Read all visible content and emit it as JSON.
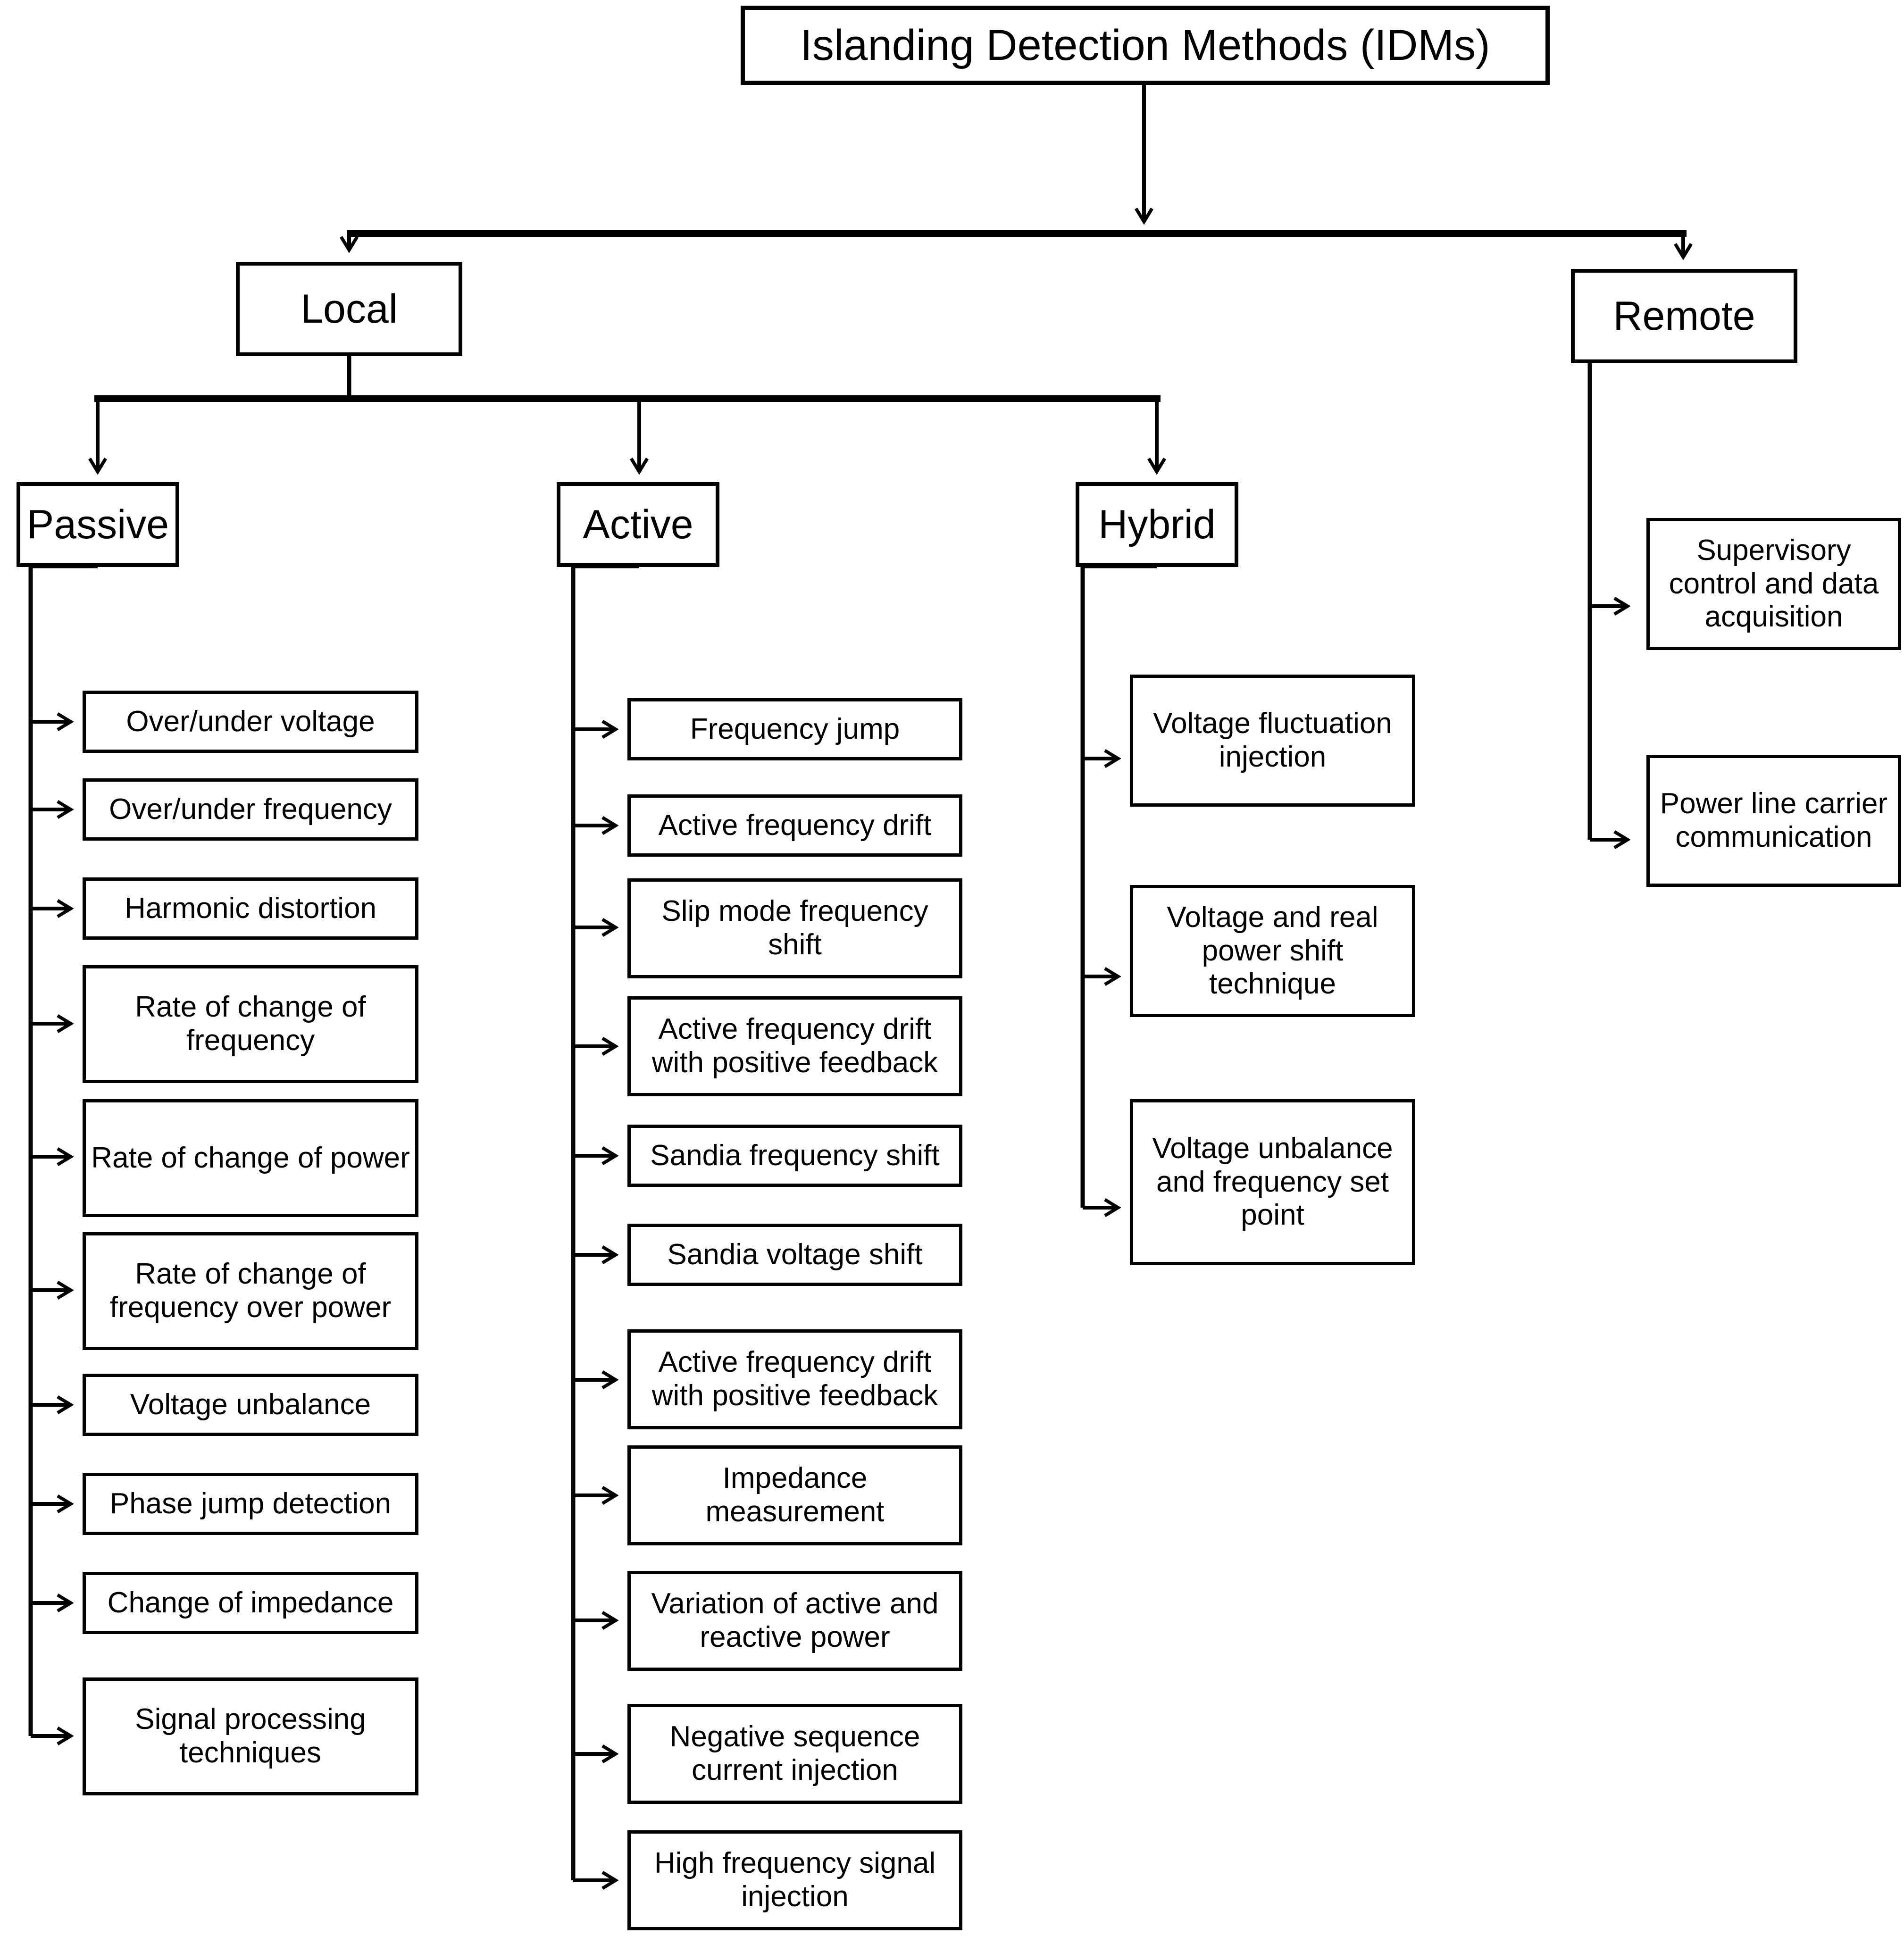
{
  "diagram": {
    "title": "Islanding Detection Methods (IDMs)",
    "root": {
      "label": "Islanding Detection Methods (IDMs)"
    },
    "level2": [
      {
        "label": "Local"
      },
      {
        "label": "Remote"
      }
    ],
    "categories": [
      {
        "label": "Passive"
      },
      {
        "label": "Active"
      },
      {
        "label": "Hybrid"
      }
    ],
    "passive_methods": [
      {
        "label": "Over/under voltage"
      },
      {
        "label": "Over/under frequency"
      },
      {
        "label": "Harmonic distortion"
      },
      {
        "label": "Rate of change of frequency"
      },
      {
        "label": "Rate of change of power"
      },
      {
        "label": "Rate of change of frequency over power"
      },
      {
        "label": "Voltage unbalance"
      },
      {
        "label": "Phase jump detection"
      },
      {
        "label": "Change of impedance"
      },
      {
        "label": "Signal processing techniques"
      }
    ],
    "active_methods": [
      {
        "label": "Frequency jump"
      },
      {
        "label": "Active frequency drift"
      },
      {
        "label": "Slip mode frequency shift"
      },
      {
        "label": "Active frequency drift with positive feedback"
      },
      {
        "label": "Sandia frequency shift"
      },
      {
        "label": "Sandia voltage shift"
      },
      {
        "label": "Active frequency drift with positive feedback"
      },
      {
        "label": "Impedance measurement"
      },
      {
        "label": "Variation of active and reactive power"
      },
      {
        "label": "Negative sequence current injection"
      },
      {
        "label": "High frequency signal injection"
      }
    ],
    "hybrid_methods": [
      {
        "label": "Voltage fluctuation injection"
      },
      {
        "label": "Voltage and real power shift technique"
      },
      {
        "label": "Voltage unbalance and frequency set point"
      }
    ],
    "remote_methods": [
      {
        "label": "Supervisory control and data acquisition"
      },
      {
        "label": "Power line carrier communication"
      }
    ],
    "colors": {
      "stroke": "#000000",
      "fill": "#ffffff",
      "text": "#000000"
    }
  }
}
